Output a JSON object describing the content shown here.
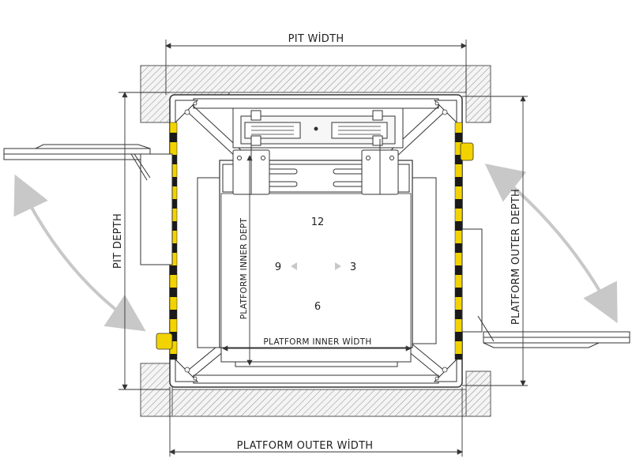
{
  "dimensions": {
    "pit_width": "PIT WİDTH",
    "pit_depth": "PIT DEPTH",
    "platform_outer_depth": "PLATFORM OUTER DEPTH",
    "platform_outer_width": "PLATFORM OUTER WİDTH",
    "platform_inner_depth": "PLATFORM INNER DEPT",
    "platform_inner_width": "PLATFORM INNER WİDTH"
  },
  "clock_positions": {
    "top": "12",
    "left": "9",
    "right": "3",
    "bottom": "6"
  },
  "colors": {
    "hatch_line": "#777777",
    "stripe_yellow": "#f2d300",
    "stripe_black": "#1a1a1a",
    "arrow_gray": "#c8c8c8",
    "line": "#333333"
  }
}
